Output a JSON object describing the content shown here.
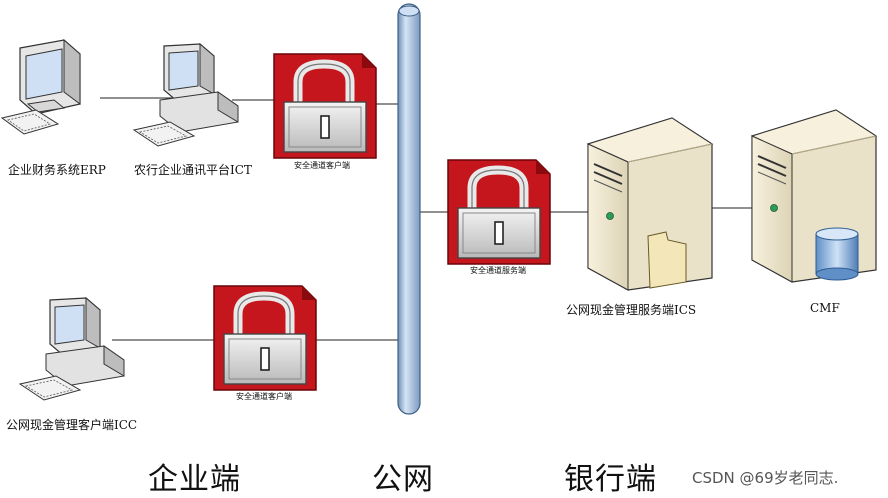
{
  "nodes": {
    "erp_label": "企业财务系统ERP",
    "ict_label": "农行企业通讯平台ICT",
    "icc_label": "公网现金管理客户端ICC",
    "ics_label": "公网现金管理服务端ICS",
    "cmf_label": "CMF"
  },
  "locks": {
    "client_top_label": "安全通道客户端",
    "server_label": "安全通道服务端",
    "client_bottom_label": "安全通道客户端"
  },
  "zones": {
    "enterprise": "企业端",
    "public_net": "公网",
    "bank": "银行端"
  },
  "watermark": "CSDN @69岁老同志.",
  "colors": {
    "lock_red": "#c4161c",
    "lock_dark": "#8a0a0e",
    "pipe_blue": "#a9c4e4",
    "pipe_edge": "#4d6f97",
    "server_beige": "#efe7d0",
    "monitor_screen": "#cfe0f5"
  }
}
